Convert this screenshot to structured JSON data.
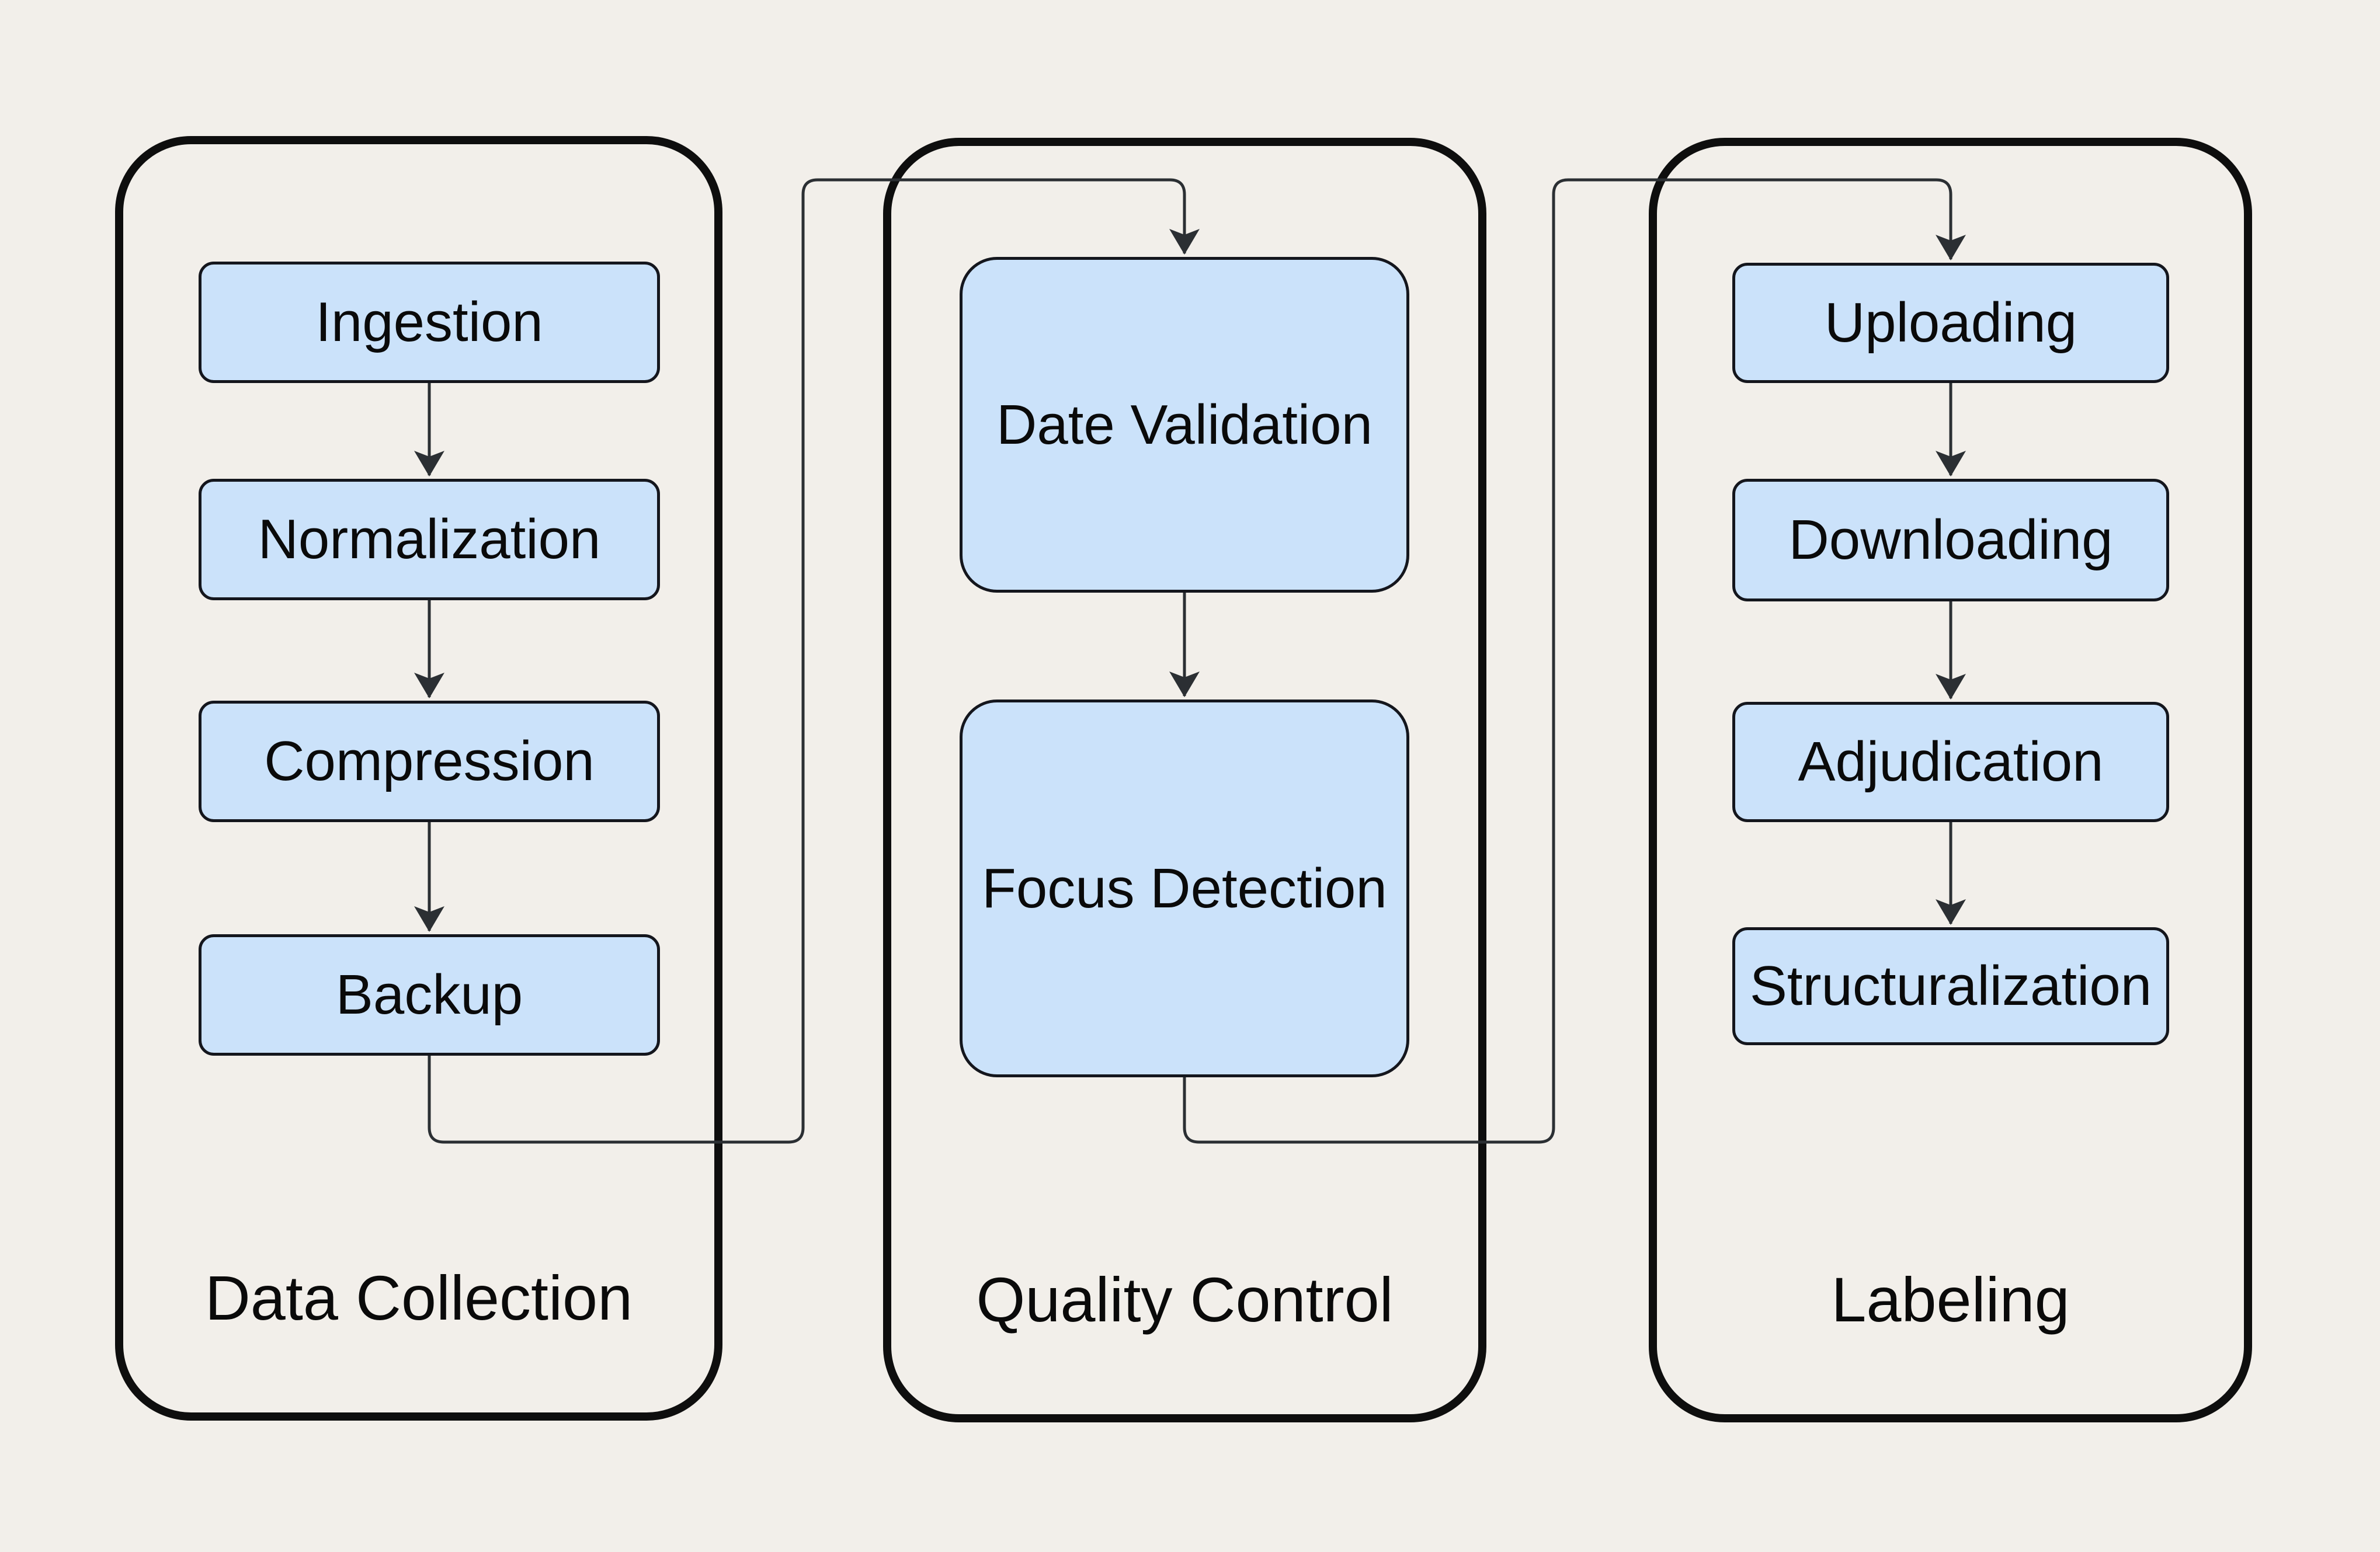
{
  "colors": {
    "background": "#f2efea",
    "node_fill": "#cbe2fa",
    "node_border": "#14161d",
    "container_border": "#0e0e0e",
    "connector": "#2b2f33",
    "text": "#0a0a0a"
  },
  "groups": [
    {
      "label": "Data Collection",
      "nodes": [
        "Ingestion",
        "Normalization",
        "Compression",
        "Backup"
      ]
    },
    {
      "label": "Quality Control",
      "nodes": [
        "Date Validation",
        "Focus Detection"
      ]
    },
    {
      "label": "Labeling",
      "nodes": [
        "Uploading",
        "Downloading",
        "Adjudication",
        "Structuralization"
      ]
    }
  ],
  "edges": [
    {
      "from": "Ingestion",
      "to": "Normalization"
    },
    {
      "from": "Normalization",
      "to": "Compression"
    },
    {
      "from": "Compression",
      "to": "Backup"
    },
    {
      "from": "Backup",
      "to": "Date Validation"
    },
    {
      "from": "Date Validation",
      "to": "Focus Detection"
    },
    {
      "from": "Focus Detection",
      "to": "Uploading"
    },
    {
      "from": "Uploading",
      "to": "Downloading"
    },
    {
      "from": "Downloading",
      "to": "Adjudication"
    },
    {
      "from": "Adjudication",
      "to": "Structuralization"
    }
  ]
}
